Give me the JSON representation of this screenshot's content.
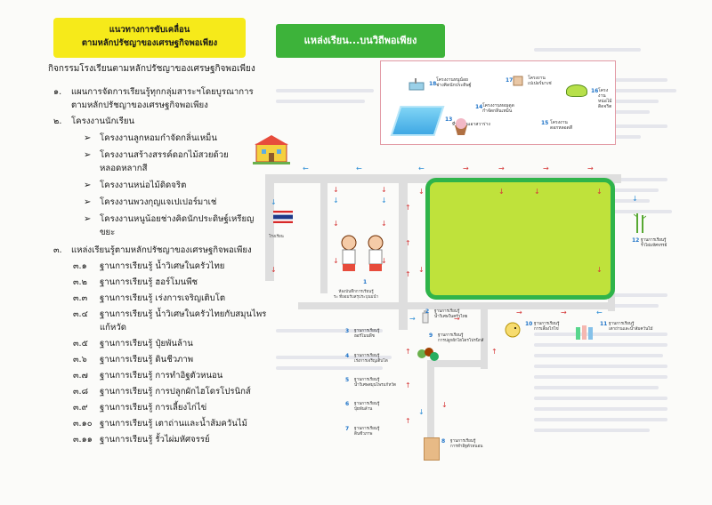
{
  "left": {
    "title_lines": [
      "แนวทางการขับเคลื่อน",
      "ตามหลักปรัชญาของเศรษฐกิจพอเพียง"
    ],
    "intro": "กิจกรรมโรงเรียนตามหลักปรัชญาของเศรษฐกิจพอเพียง",
    "items": [
      {
        "num": "๑.",
        "text": "แผนการจัดการเรียนรู้ทุกกลุ่มสาระฯโดยบูรณาการ",
        "text2": "ตามหลักปรัชญาของเศรษฐกิจพอเพียง"
      },
      {
        "num": "๒.",
        "text": "โครงงานนักเรียน"
      },
      {
        "num": "๓.",
        "text": "แหล่งเรียนรู้ตามหลักปรัชญาของเศรษฐกิจพอเพียง"
      }
    ],
    "projects": [
      {
        "text": "โครงงานลูกหอมกำจัดกลิ่นเหม็น"
      },
      {
        "text": "โครงงานสร้างสรรค์ดอกไม้สวยด้วย",
        "text2": "หลอดหลากสี"
      },
      {
        "text": "โครงงานหน่อไม้ดิดจริต"
      },
      {
        "text": "โครงงานพวงกุญแจเปเปอร์มาเช่"
      },
      {
        "text": "โครงงานหนูน้อยช่างคิดนักประดิษฐ์เหรียญ",
        "text2": "ขยะ"
      }
    ],
    "stations": [
      {
        "num": "๓.๑",
        "text": "ฐานการเรียนรู้ น้ำวิเศษในครัวไทย"
      },
      {
        "num": "๓.๒",
        "text": "ฐานการเรียนรู้ ฮอร์โมนพืช"
      },
      {
        "num": "๓.๓",
        "text": "ฐานการเรียนรู้ เร่งการเจริญเติบโต"
      },
      {
        "num": "๓.๔",
        "text": "ฐานการเรียนรู้ น้ำวิเศษในครัวไทยกับสมุนไพร",
        "text2": "แก้หวัด"
      },
      {
        "num": "๓.๕",
        "text": "ฐานการเรียนรู้ ปุ๋ยพันล้าน"
      },
      {
        "num": "๓.๖",
        "text": "ฐานการเรียนรู้ ดินชีวภาพ"
      },
      {
        "num": "๓.๗",
        "text": "ฐานการเรียนรู้ การทำอิฐตัวหนอน"
      },
      {
        "num": "๓.๘",
        "text": "ฐานการเรียนรู้ การปลูกผักไฮโดรโปรนิกส์"
      },
      {
        "num": "๓.๙",
        "text": "ฐานการเรียนรู้ การเลี้ยงไก่ไข่"
      },
      {
        "num": "๓.๑๐",
        "text": "ฐานการเรียนรู้ เตาถ่านและน้ำส้มควันไม้"
      },
      {
        "num": "๓.๑๑",
        "text": "ฐานการเรียนรู้ รั้วไผ่มหัศจรรย์"
      }
    ]
  },
  "map": {
    "title": "แหล่งเรียน...บนวิถีพอเพียง",
    "school_label": "โรงเรียน",
    "center_label": [
      "ห้องบันทึกการเรียนรู้",
      "ระ ที่ยอมรับสรุประบุนมนำ"
    ],
    "legend": [
      {
        "num": "18",
        "lines": [
          "โครงงานหนูน้อย",
          "ช่างคิดนักประดิษฐ์"
        ]
      },
      {
        "num": "17",
        "lines": [
          "โครงงาน",
          "เปเปอร์มาเช่"
        ]
      },
      {
        "num": "14",
        "lines": [
          "โครงงานหอมดูด",
          "กำจัดกลิ่นเหม็น"
        ]
      },
      {
        "num": "13",
        "lines": [
          "ที่ปูอรบันเอาสวาร่าง"
        ]
      },
      {
        "num": "15",
        "lines": [
          "โครงงาน",
          "ดอกหลอดสี"
        ]
      },
      {
        "num": "16",
        "lines": [
          "โครงงาน",
          "หน่อไม้ดิดจริต"
        ]
      }
    ],
    "stations": [
      {
        "num": "2",
        "lines": [
          "ฐานการเรียนรู้",
          "น้ำวิเศษในครัวไทย"
        ]
      },
      {
        "num": "3",
        "lines": [
          "ฐานการเรียนรู้",
          "ฮอร์โมนพืช"
        ]
      },
      {
        "num": "4",
        "lines": [
          "ฐานการเรียนรู้",
          "เร่งการเจริญเติบโต"
        ]
      },
      {
        "num": "5",
        "lines": [
          "ฐานการเรียนรู้",
          "น้ำวิเศษสมุนไพรแก้หวัด"
        ]
      },
      {
        "num": "6",
        "lines": [
          "ฐานการเรียนรู้",
          "ปุ๋ยพันล้าน"
        ]
      },
      {
        "num": "7",
        "lines": [
          "ฐานการเรียนรู้",
          "ดินชีวภาพ"
        ]
      },
      {
        "num": "8",
        "lines": [
          "ฐานการเรียนรู้",
          "การทำอิฐตัวหนอน"
        ]
      },
      {
        "num": "9",
        "lines": [
          "ฐานการเรียนรู้",
          "การปลูกผักไฮโดรโปรนิกส์"
        ]
      },
      {
        "num": "10",
        "lines": [
          "ฐานการเรียนรู้",
          "การเลี้ยงไก่ไข่"
        ]
      },
      {
        "num": "11",
        "lines": [
          "ฐานการเรียนรู้",
          "เตาถ่านและน้ำส้มควันไม้"
        ]
      },
      {
        "num": "12",
        "lines": [
          "ฐานการเรียนรู้",
          "รั้วไผ่มหัศจรรย์"
        ]
      },
      {
        "num": "1",
        "lines": [
          ""
        ]
      }
    ]
  },
  "colors": {
    "title_yellow": "#f6ea1a",
    "map_green": "#3db33a",
    "field": "#bfe23b",
    "field_border": "#2fb44a",
    "arrow_blue": "#2f8fd6",
    "arrow_red": "#d63a3a"
  }
}
